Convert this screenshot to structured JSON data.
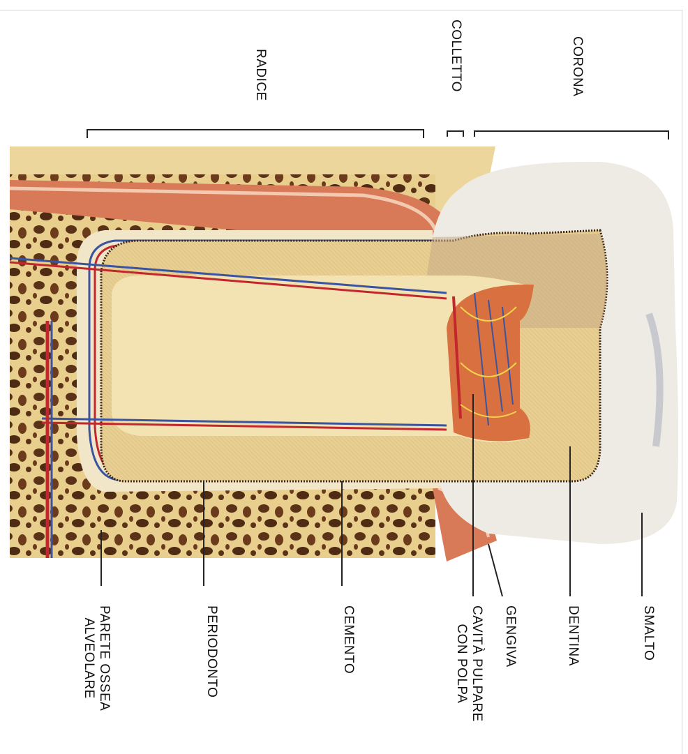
{
  "sections": {
    "corona": "CORONA",
    "colletto": "COLLETTO",
    "radice": "RADICE"
  },
  "parts": {
    "smalto": "SMALTO",
    "dentina": "DENTINA",
    "gengiva": "GENGIVA",
    "cavita_line1": "CAVITÀ PULPARE",
    "cavita_line2": "CON POLPA",
    "cemento": "CEMENTO",
    "periodonto": "PERIODONTO",
    "parete_line1": "PARETE OSSEA",
    "parete_line2": "ALVEOLARE"
  },
  "colors": {
    "enamel": "#eeeae4",
    "dentin": "#e7cf94",
    "pulp": "#d8713f",
    "gum": "#d87a58",
    "bone": "#ecd698",
    "cavity": "#5a3218",
    "vein": "#3a54a0",
    "artery": "#c1272d"
  }
}
